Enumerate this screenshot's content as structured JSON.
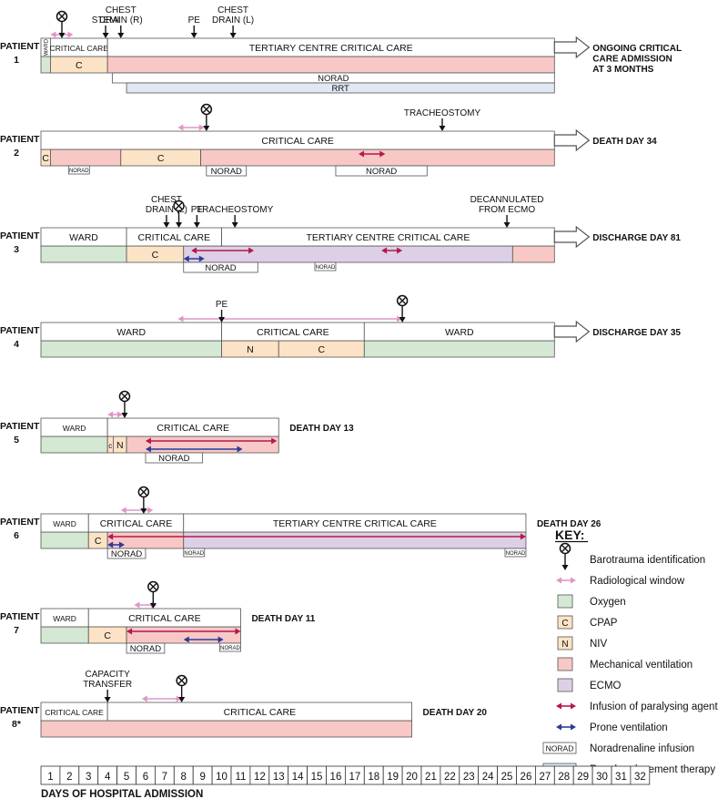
{
  "colors": {
    "oxygen": "#d4e8d4",
    "cpap": "#fce3c6",
    "niv": "#fce3c6",
    "mech_vent": "#f7c8c6",
    "ecmo": "#ddd0e6",
    "radiological": "#e195c8",
    "paralysing": "#b5174b",
    "prone": "#2b3a9b",
    "rrt": "#dfe8f3",
    "stage_fill": "#ffffff",
    "stroke": "#555555"
  },
  "icons": {
    "barotrauma": "circle-cross-arrow-icon",
    "ongoing": "hollow-arrow-icon"
  },
  "patients": [
    {
      "label": "PATIENT",
      "num": "1",
      "stages": [
        {
          "text": "WARD",
          "start": 1,
          "end": 1.5,
          "vertical": true
        },
        {
          "text": "CRITICAL CARE",
          "start": 1.5,
          "end": 4.5
        },
        {
          "text": "TERTIARY CENTRE CRITICAL CARE",
          "start": 4.5,
          "end": 28
        }
      ],
      "support": [
        {
          "type": "oxygen",
          "start": 1,
          "end": 1.5
        },
        {
          "type": "cpap",
          "text": "C",
          "start": 1.5,
          "end": 4.5
        },
        {
          "type": "mech_vent",
          "start": 4.5,
          "end": 28
        }
      ],
      "norad": [
        {
          "text": "NORAD",
          "start": 4.75,
          "end": 28,
          "big": true
        }
      ],
      "rrt": [
        {
          "text": "RRT",
          "start": 5.5,
          "end": 28
        }
      ],
      "radiological": [
        {
          "start": 1.5,
          "end": 2.7
        }
      ],
      "paralysing": [],
      "prone": [],
      "events": [
        {
          "text": [
            "STEMI"
          ],
          "day": 4.4
        },
        {
          "text": [
            "CHEST",
            "DRAIN (R)"
          ],
          "day": 5.2
        },
        {
          "text": [
            "PE"
          ],
          "day": 9.05
        },
        {
          "text": [
            "CHEST",
            "DRAIN (L)"
          ],
          "day": 11.1
        }
      ],
      "barotrauma": [
        2.1
      ],
      "outcome": [
        "ONGOING CRITICAL",
        "CARE ADMISSION",
        "AT 3 MONTHS"
      ],
      "ongoing_arrow": true
    },
    {
      "label": "PATIENT",
      "num": "2",
      "stages": [
        {
          "text": "CRITICAL CARE",
          "start": 1,
          "end": 28
        }
      ],
      "support": [
        {
          "type": "cpap",
          "text": "C",
          "start": 1,
          "end": 1.5
        },
        {
          "type": "mech_vent",
          "start": 1.5,
          "end": 5.2
        },
        {
          "type": "cpap",
          "text": "C",
          "start": 5.2,
          "end": 9.4
        },
        {
          "type": "mech_vent",
          "start": 9.4,
          "end": 28
        }
      ],
      "norad": [
        {
          "text": "NORAD",
          "start": 2.45,
          "end": 3.55,
          "big": false
        },
        {
          "text": "NORAD",
          "start": 9.7,
          "end": 11.8,
          "big": true
        },
        {
          "text": "NORAD",
          "start": 16.5,
          "end": 21.3,
          "big": true
        }
      ],
      "rrt": [],
      "radiological": [
        {
          "start": 8.2,
          "end": 9.6
        }
      ],
      "paralysing": [
        {
          "start": 17.7,
          "end": 19.1
        }
      ],
      "prone": [],
      "events": [
        {
          "text": [
            "TRACHEOSTOMY"
          ],
          "day": 22.1
        }
      ],
      "barotrauma": [
        9.7
      ],
      "outcome": [
        "DEATH DAY 34"
      ],
      "ongoing_arrow": true
    },
    {
      "label": "PATIENT",
      "num": "3",
      "stages": [
        {
          "text": "WARD",
          "start": 1,
          "end": 5.5
        },
        {
          "text": "CRITICAL CARE",
          "start": 5.5,
          "end": 10.5
        },
        {
          "text": "TERTIARY CENTRE CRITICAL CARE",
          "start": 10.5,
          "end": 28
        }
      ],
      "support": [
        {
          "type": "oxygen",
          "start": 1,
          "end": 5.5
        },
        {
          "type": "cpap",
          "text": "C",
          "start": 5.5,
          "end": 8.5
        },
        {
          "type": "ecmo",
          "start": 8.5,
          "end": 25.8
        },
        {
          "type": "mech_vent",
          "start": 25.8,
          "end": 28
        }
      ],
      "norad": [
        {
          "text": "NORAD",
          "start": 8.5,
          "end": 12.4,
          "big": true
        },
        {
          "text": "NORAD",
          "start": 15.4,
          "end": 16.5,
          "big": false
        }
      ],
      "rrt": [],
      "radiological": [],
      "paralysing": [
        {
          "start": 8.9,
          "end": 12.2
        },
        {
          "start": 18.9,
          "end": 20
        }
      ],
      "prone": [
        {
          "start": 8.5,
          "end": 9.6
        }
      ],
      "events": [
        {
          "text": [
            "CHEST",
            "DRAIN (L)"
          ],
          "day": 7.6
        },
        {
          "text": [
            "PE"
          ],
          "day": 9.2
        },
        {
          "text": [
            "TRACHEOSTOMY"
          ],
          "day": 11.2
        },
        {
          "text": [
            "DECANNULATED",
            "FROM ECMO"
          ],
          "day": 25.5
        }
      ],
      "barotrauma": [
        8.25
      ],
      "outcome": [
        "DISCHARGE DAY 81"
      ],
      "ongoing_arrow": true
    },
    {
      "label": "PATIENT",
      "num": "4",
      "stages": [
        {
          "text": "WARD",
          "start": 1,
          "end": 10.5
        },
        {
          "text": "CRITICAL CARE",
          "start": 10.5,
          "end": 18
        },
        {
          "text": "WARD",
          "start": 18,
          "end": 28
        }
      ],
      "support": [
        {
          "type": "oxygen",
          "start": 1,
          "end": 10.5
        },
        {
          "type": "niv",
          "text": "N",
          "start": 10.5,
          "end": 13.5
        },
        {
          "type": "cpap",
          "text": "C",
          "start": 13.5,
          "end": 18
        },
        {
          "type": "oxygen",
          "start": 18,
          "end": 28
        }
      ],
      "norad": [],
      "rrt": [],
      "radiological": [
        {
          "start": 8.2,
          "end": 20
        }
      ],
      "paralysing": [],
      "prone": [],
      "events": [
        {
          "text": [
            "PE"
          ],
          "day": 10.5
        }
      ],
      "barotrauma": [
        20
      ],
      "outcome": [
        "DISCHARGE DAY 35"
      ],
      "ongoing_arrow": true
    },
    {
      "label": "PATIENT",
      "num": "5",
      "stages": [
        {
          "text": "WARD",
          "start": 1,
          "end": 4.5
        },
        {
          "text": "CRITICAL CARE",
          "start": 4.5,
          "end": 13.5
        }
      ],
      "support": [
        {
          "type": "oxygen",
          "start": 1,
          "end": 4.5
        },
        {
          "type": "cpap",
          "text": "c",
          "start": 4.5,
          "end": 4.8
        },
        {
          "type": "niv",
          "text": "N",
          "start": 4.8,
          "end": 5.5
        },
        {
          "type": "mech_vent",
          "start": 5.5,
          "end": 13.5
        }
      ],
      "norad": [
        {
          "text": "NORAD",
          "start": 6.5,
          "end": 9.5,
          "big": true
        }
      ],
      "rrt": [],
      "radiological": [
        {
          "start": 4.5,
          "end": 5.3
        }
      ],
      "paralysing": [
        {
          "start": 6.5,
          "end": 13.4
        }
      ],
      "prone": [
        {
          "start": 6.5,
          "end": 11.6
        }
      ],
      "events": [],
      "barotrauma": [
        5.4
      ],
      "outcome": [
        "DEATH DAY 13"
      ],
      "ongoing_arrow": false
    },
    {
      "label": "PATIENT",
      "num": "6",
      "stages": [
        {
          "text": "WARD",
          "start": 1,
          "end": 3.5
        },
        {
          "text": "CRITICAL CARE",
          "start": 3.5,
          "end": 8.5
        },
        {
          "text": "TERTIARY CENTRE CRITICAL CARE",
          "start": 8.5,
          "end": 26.5
        }
      ],
      "support": [
        {
          "type": "oxygen",
          "start": 1,
          "end": 3.5
        },
        {
          "type": "cpap",
          "text": "C",
          "start": 3.5,
          "end": 4.5
        },
        {
          "type": "mech_vent",
          "start": 4.5,
          "end": 8.5
        },
        {
          "type": "ecmo",
          "start": 8.5,
          "end": 26.5
        }
      ],
      "norad": [
        {
          "text": "NORAD",
          "start": 4.5,
          "end": 6.5,
          "big": true
        },
        {
          "text": "NORAD",
          "start": 8.5,
          "end": 9.6,
          "big": false
        },
        {
          "text": "NORAD",
          "start": 25.4,
          "end": 26.5,
          "big": false
        }
      ],
      "rrt": [],
      "radiological": [
        {
          "start": 5.2,
          "end": 6.9
        }
      ],
      "paralysing": [
        {
          "start": 4.5,
          "end": 26.5
        }
      ],
      "prone": [
        {
          "start": 4.5,
          "end": 5.4
        }
      ],
      "events": [],
      "barotrauma": [
        6.4
      ],
      "outcome": [
        "DEATH DAY 26"
      ],
      "ongoing_arrow": false
    },
    {
      "label": "PATIENT",
      "num": "7",
      "stages": [
        {
          "text": "WARD",
          "start": 1,
          "end": 3.5
        },
        {
          "text": "CRITICAL CARE",
          "start": 3.5,
          "end": 11.5
        }
      ],
      "support": [
        {
          "type": "oxygen",
          "start": 1,
          "end": 3.5
        },
        {
          "type": "cpap",
          "text": "C",
          "start": 3.5,
          "end": 5.5
        },
        {
          "type": "mech_vent",
          "start": 5.5,
          "end": 11.5
        }
      ],
      "norad": [
        {
          "text": "NORAD",
          "start": 5.5,
          "end": 7.5,
          "big": true
        },
        {
          "text": "NORAD",
          "start": 10.4,
          "end": 11.5,
          "big": false
        }
      ],
      "rrt": [],
      "radiological": [
        {
          "start": 5.9,
          "end": 7.1
        }
      ],
      "paralysing": [
        {
          "start": 5.5,
          "end": 11.5
        }
      ],
      "prone": [
        {
          "start": 8.5,
          "end": 10.6
        }
      ],
      "events": [],
      "barotrauma": [
        6.9
      ],
      "outcome": [
        "DEATH DAY 11"
      ],
      "ongoing_arrow": false
    },
    {
      "label": "PATIENT",
      "num": "8*",
      "stages": [
        {
          "text": "CRITICAL CARE",
          "start": 1,
          "end": 4.5
        },
        {
          "text": "CRITICAL CARE",
          "start": 4.5,
          "end": 20.5
        }
      ],
      "support": [
        {
          "type": "mech_vent",
          "start": 1,
          "end": 20.5
        }
      ],
      "norad": [],
      "rrt": [],
      "radiological": [
        {
          "start": 6.3,
          "end": 8.4
        }
      ],
      "paralysing": [],
      "prone": [],
      "events": [
        {
          "text": [
            "CAPACITY",
            "TRANSFER"
          ],
          "day": 4.5
        }
      ],
      "barotrauma": [
        8.4
      ],
      "outcome": [
        "DEATH DAY 20"
      ],
      "ongoing_arrow": false
    }
  ],
  "key": {
    "title": "KEY:",
    "items": [
      {
        "type": "barotrauma",
        "text": "Barotrauma identification"
      },
      {
        "type": "radiological",
        "text": "Radiological window"
      },
      {
        "type": "oxygen",
        "text": "Oxygen"
      },
      {
        "type": "cpap",
        "text": "CPAP",
        "letter": "C"
      },
      {
        "type": "niv",
        "text": "NIV",
        "letter": "N"
      },
      {
        "type": "mech_vent",
        "text": "Mechanical ventilation"
      },
      {
        "type": "ecmo",
        "text": "ECMO"
      },
      {
        "type": "paralysing",
        "text": "Infusion of paralysing agent"
      },
      {
        "type": "prone",
        "text": "Prone ventilation"
      },
      {
        "type": "norad",
        "text": "Noradrenaline infusion",
        "letter": "NORAD"
      },
      {
        "type": "rrt",
        "text": "Renal replacement therapy",
        "letter": "RRT"
      }
    ]
  },
  "axis": {
    "days": [
      "1",
      "2",
      "3",
      "4",
      "5",
      "6",
      "7",
      "8",
      "9",
      "10",
      "11",
      "12",
      "13",
      "14",
      "15",
      "16",
      "17",
      "18",
      "19",
      "20",
      "21",
      "22",
      "23",
      "24",
      "25",
      "26",
      "27",
      "28",
      "29",
      "30",
      "31",
      "32"
    ],
    "title": "DAYS OF HOSPITAL ADMISSION"
  }
}
